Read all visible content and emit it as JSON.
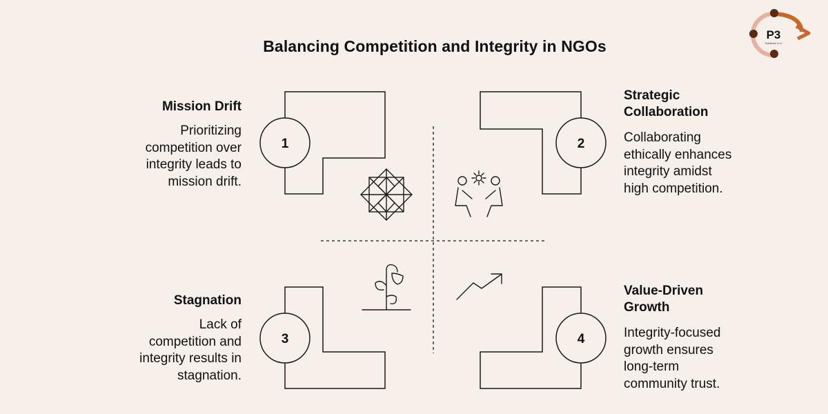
{
  "title": "Balancing Competition and Integrity in NGOs",
  "logo": {
    "main": "P3",
    "sub": "Solutions LLC"
  },
  "quadrants": [
    {
      "number": "1",
      "heading": "Mission Drift",
      "description_lines": [
        "Prioritizing",
        "competition over",
        "integrity leads to",
        "mission drift."
      ],
      "icon": "diamond-pattern-icon"
    },
    {
      "number": "2",
      "heading_lines": [
        "Strategic",
        "Collaboration"
      ],
      "description_lines": [
        "Collaborating",
        "ethically enhances",
        "integrity amidst",
        "high competition."
      ],
      "icon": "collaboration-people-icon"
    },
    {
      "number": "3",
      "heading": "Stagnation",
      "description_lines": [
        "Lack of",
        "competition and",
        "integrity results in",
        "stagnation."
      ],
      "icon": "wilting-plant-icon"
    },
    {
      "number": "4",
      "heading_lines": [
        "Value-Driven",
        "Growth"
      ],
      "description_lines": [
        "Integrity-focused",
        "growth ensures",
        "long-term",
        "community trust."
      ],
      "icon": "growth-arrow-icon"
    }
  ],
  "colors": {
    "background": "#f6efea",
    "line": "#1a1a1a",
    "logo_accent": "#c8692a",
    "logo_dark": "#5a2a14",
    "logo_pink": "#e8b0a0"
  }
}
